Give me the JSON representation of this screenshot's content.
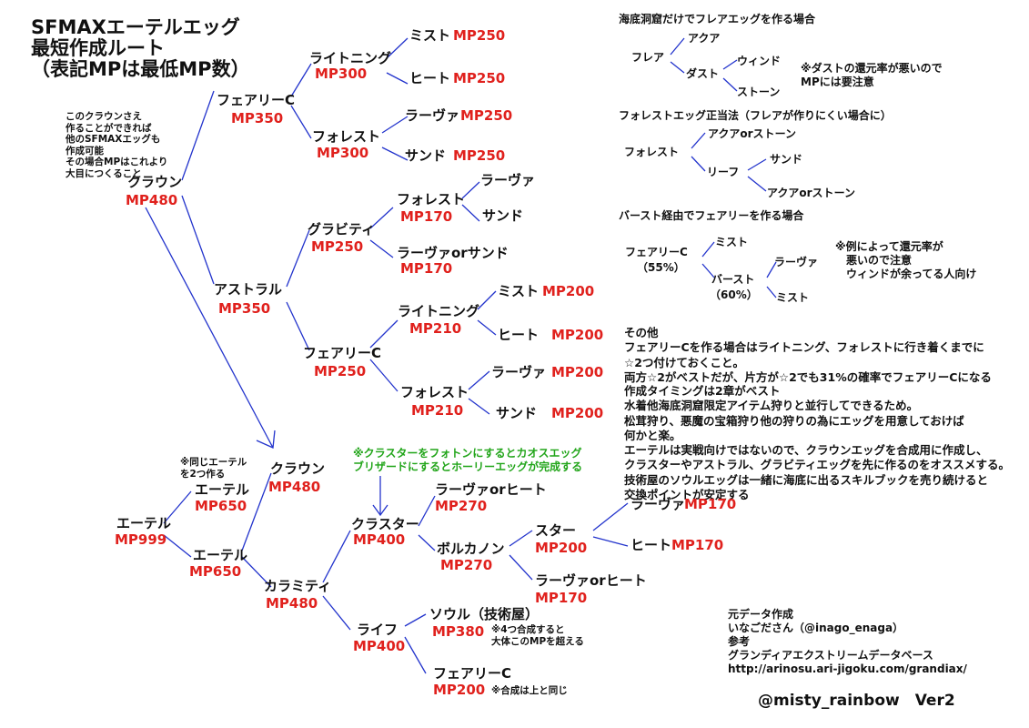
{
  "title": {
    "l1": "SFMAXエーテルエッグ",
    "l2": "最短作成ルート",
    "l3": "（表記MPは最低MP数）"
  },
  "note_crown": "このクラウンさえ\n作ることができれば\n他のSFMAXエッグも\n作成可能\nその場合MPはこれより\n大目につくること",
  "tree1": {
    "crown": {
      "name": "クラウン",
      "mp": "MP480"
    },
    "fairy": {
      "name": "フェアリーC",
      "mp": "MP350"
    },
    "lightning": {
      "name": "ライトニング",
      "mp": "MP300"
    },
    "forest": {
      "name": "フォレスト",
      "mp": "MP300"
    },
    "mist": {
      "name": "ミスト",
      "mp": "MP250"
    },
    "heat": {
      "name": "ヒート",
      "mp": "MP250"
    },
    "lava": {
      "name": "ラーヴァ",
      "mp": "MP250"
    },
    "sand": {
      "name": "サンド",
      "mp": "MP250"
    },
    "astral": {
      "name": "アストラル",
      "mp": "MP350"
    },
    "gravity": {
      "name": "グラビティ",
      "mp": "MP250"
    },
    "g_forest": {
      "name": "フォレスト",
      "mp": "MP170"
    },
    "g_lava": "ラーヴァ",
    "g_sand": "サンド",
    "g_lavasand": {
      "name": "ラーヴァorサンド",
      "mp": "MP170"
    },
    "a_fairy": {
      "name": "フェアリーC",
      "mp": "MP250"
    },
    "a_lightning": {
      "name": "ライトニング",
      "mp": "MP210"
    },
    "a_mist": {
      "name": "ミスト",
      "mp": "MP200"
    },
    "a_heat": {
      "name": "ヒート",
      "mp": "MP200"
    },
    "a_forest": {
      "name": "フォレスト",
      "mp": "MP210"
    },
    "a_lava": {
      "name": "ラーヴァ",
      "mp": "MP200"
    },
    "a_sand": {
      "name": "サンド",
      "mp": "MP200"
    }
  },
  "right": {
    "flare_title": "海底洞窟だけでフレアエッグを作る場合",
    "flare": "フレア",
    "aqua": "アクア",
    "dust": "ダスト",
    "wind": "ウィンド",
    "stone": "ストーン",
    "flare_note": "※ダストの還元率が悪いので\nMPには要注意",
    "forest_title": "フォレストエッグ正当法（フレアが作りにくい場合に）",
    "forest": "フォレスト",
    "aquastone1": "アクアorストーン",
    "leaf": "リーフ",
    "sand": "サンド",
    "aquastone2": "アクアorストーン",
    "burst_title": "バースト経由でフェアリーを作る場合",
    "fairy": "フェアリーC",
    "fairy_pct": "（55%）",
    "b_mist": "ミスト",
    "burst": "バースト",
    "burst_pct": "（60%）",
    "b_lava": "ラーヴァ",
    "b_mist2": "ミスト",
    "burst_note": "※例によって還元率が\n　悪いので注意\n　ウィンドが余ってる人向け",
    "other": "その他\nフェアリーCを作る場合はライトニング、フォレストに行き着くまでに\n☆2つ付けておくこと。\n両方☆2がベストだが、片方が☆2でも31%の確率でフェアリーCになる",
    "timing": "作成タイミングは2章がベスト\n水着他海底洞窟限定アイテム狩りと並行してできるため。\n松茸狩り、悪魔の宝箱狩り他の狩りの為にエッグを用意しておけば\n何かと楽。\nエーテルは実戦向けではないので、クラウンエッグを合成用に作成し、\nクラスターやアストラル、グラビティエッグを先に作るのをオススメする。\n技術屋のソウルエッグは一緒に海底に出るスキルブックを売り続けると\n交換ポイントが安定する"
  },
  "tree2": {
    "aether": {
      "name": "エーテル",
      "mp": "MP999"
    },
    "same_note": "※同じエーテル\nを2つ作る",
    "e1": {
      "name": "エーテル",
      "mp": "MP650"
    },
    "e2": {
      "name": "エーテル",
      "mp": "MP650"
    },
    "crown": {
      "name": "クラウン",
      "mp": "MP480"
    },
    "calamity": {
      "name": "カラミティ",
      "mp": "MP480"
    },
    "green_note": "※クラスターをフォトンにするとカオスエッグ\nブリザードにするとホーリーエッグが完成する",
    "cluster": {
      "name": "クラスター",
      "mp": "MP400"
    },
    "lavaheat1": {
      "name": "ラーヴァorヒート",
      "mp": "MP270"
    },
    "volcanon": {
      "name": "ボルカノン",
      "mp": "MP270"
    },
    "star": {
      "name": "スター",
      "mp": "MP200"
    },
    "s_lava": {
      "name": "ラーヴァ",
      "mp": "MP170"
    },
    "s_heat": {
      "name": "ヒート",
      "mp": "MP170"
    },
    "lavaheat2": {
      "name": "ラーヴァorヒート",
      "mp": "MP170"
    },
    "life": {
      "name": "ライフ",
      "mp": "MP400"
    },
    "soul": {
      "name": "ソウル（技術屋）",
      "mp": "MP380"
    },
    "soul_note": "※4つ合成すると\n大体このMPを超える",
    "fairy": {
      "name": "フェアリーC",
      "mp": "MP200"
    },
    "fairy_note": "※合成は上と同じ"
  },
  "credit": "元データ作成\nいなごださん（@inago_enaga）\n参考\nグランディアエクストリームデータベース\nhttp://arinosu.ari-jigoku.com/grandiax/",
  "signature": "@misty_rainbow　Ver2",
  "colors": {
    "line": "#2233cc",
    "mp": "#e0211d",
    "green": "#22a51a"
  }
}
